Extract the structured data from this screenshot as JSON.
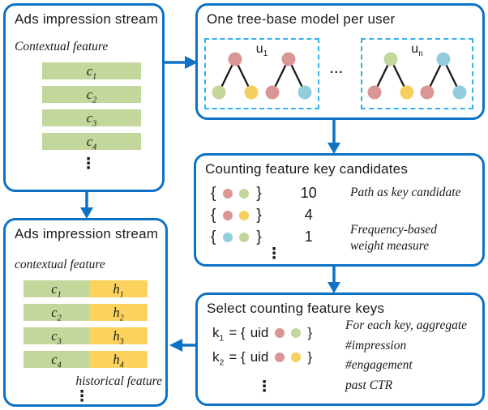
{
  "colors": {
    "frame": "#0d72c4",
    "dashed": "#35b1e8",
    "node_red": "#d99694",
    "node_green": "#c3d69b",
    "node_yellow": "#f5cf5d",
    "node_blue": "#92cddc",
    "bar_green": "#c3d69b",
    "bar_yellow": "#fbd25c",
    "edge": "#1a1a1a"
  },
  "top_left_box": {
    "title": "Ads impression stream",
    "subtitle": "Contextual feature",
    "rows": [
      {
        "label": "c",
        "sub": "1"
      },
      {
        "label": "c",
        "sub": "2"
      },
      {
        "label": "c",
        "sub": "3"
      },
      {
        "label": "c",
        "sub": "4"
      }
    ],
    "ellipsis": "⋮"
  },
  "tree_box": {
    "title": "One tree-base model per user",
    "separator": "...",
    "users": [
      {
        "label": "u",
        "sub": "1",
        "trees": [
          {
            "root": "node_red",
            "left": "node_green",
            "right": "node_yellow"
          },
          {
            "root": "node_red",
            "left": "node_red",
            "right": "node_blue"
          }
        ]
      },
      {
        "label": "u",
        "sub": "n",
        "trees": [
          {
            "root": "node_green",
            "left": "node_red",
            "right": "node_yellow"
          },
          {
            "root": "node_blue",
            "left": "node_red",
            "right": "node_blue"
          }
        ]
      }
    ]
  },
  "counting_box": {
    "title": "Counting feature key candidates",
    "rows": [
      {
        "open": "{",
        "dots": [
          "node_red",
          "node_green"
        ],
        "close": "}",
        "count": "10"
      },
      {
        "open": "{",
        "dots": [
          "node_red",
          "node_yellow"
        ],
        "close": "}",
        "count": "4"
      },
      {
        "open": "{",
        "dots": [
          "node_blue",
          "node_green"
        ],
        "close": "}",
        "count": "1"
      }
    ],
    "ellipsis": "⋮",
    "note1": "Path as key candidate",
    "note2_line1": "Frequency-based",
    "note2_line2": "weight measure"
  },
  "select_box": {
    "title": "Select counting feature keys",
    "rows": [
      {
        "key": "k",
        "sub": "1",
        "assign": "= {",
        "uid": "uid",
        "dots": [
          "node_red",
          "node_green"
        ],
        "close": "}"
      },
      {
        "key": "k",
        "sub": "2",
        "assign": "= {",
        "uid": "uid",
        "dots": [
          "node_red",
          "node_yellow"
        ],
        "close": "}"
      }
    ],
    "ellipsis": "⋮",
    "notes": [
      "For each key,  aggregate",
      "#impression",
      "#engagement",
      "past CTR"
    ]
  },
  "bottom_left_box": {
    "title": "Ads impression stream",
    "subtitle": "contextual feature",
    "rows": [
      {
        "c_label": "c",
        "c_sub": "1",
        "h_label": "h",
        "h_sub": "1"
      },
      {
        "c_label": "c",
        "c_sub": "2",
        "h_label": "h",
        "h_sub": "2"
      },
      {
        "c_label": "c",
        "c_sub": "3",
        "h_label": "h",
        "h_sub": "3"
      },
      {
        "c_label": "c",
        "c_sub": "4",
        "h_label": "h",
        "h_sub": "4"
      }
    ],
    "footer": "historical feature",
    "ellipsis": "⋮"
  }
}
